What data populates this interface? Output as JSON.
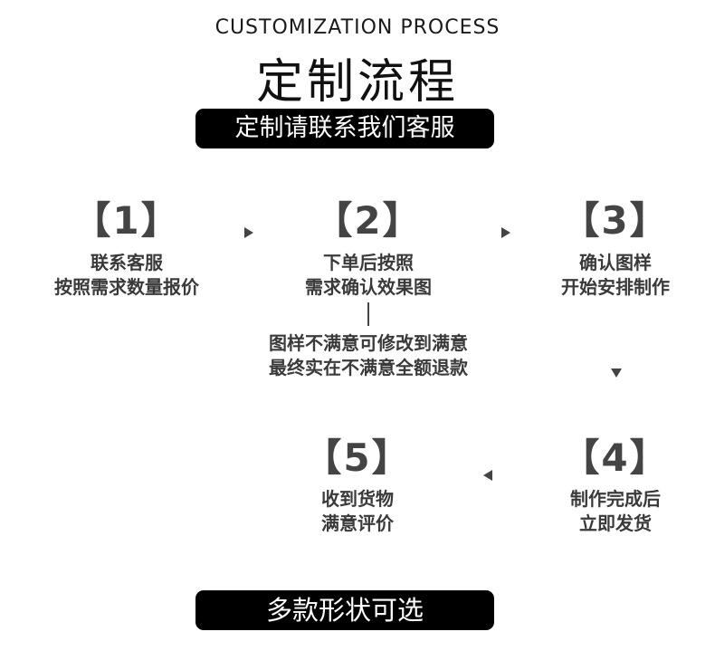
{
  "header": {
    "subtitle_en": "CUSTOMIZATION PROCESS",
    "title_cn": "定制流程",
    "banner_top": "定制请联系我们客服"
  },
  "steps": [
    {
      "num": "【1】",
      "lines": [
        "联系客服",
        "按照需求数量报价"
      ]
    },
    {
      "num": "【2】",
      "lines": [
        "下单后按照",
        "需求确认效果图"
      ]
    },
    {
      "num": "【3】",
      "lines": [
        "确认图样",
        "开始安排制作"
      ]
    },
    {
      "num": "【4】",
      "lines": [
        "制作完成后",
        "立即发货"
      ]
    },
    {
      "num": "【5】",
      "lines": [
        "收到货物",
        "满意评价"
      ]
    }
  ],
  "note": {
    "lines": [
      "图样不满意可修改到满意",
      "最终实在不满意全额退款"
    ]
  },
  "footer": {
    "banner_bottom": "多款形状可选"
  },
  "colors": {
    "banner_bg": "#000000",
    "banner_text": "#ffffff",
    "step_text": "#3a3a3a",
    "arrow": "#444444"
  },
  "icons": [
    "arrow-right-icon",
    "arrow-down-icon",
    "arrow-left-icon"
  ]
}
